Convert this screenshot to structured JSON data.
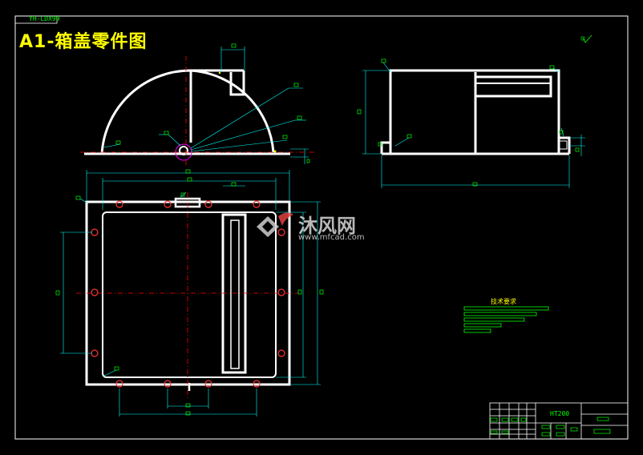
{
  "drawing": {
    "title": "A1-箱盖零件图",
    "corner_tag": "YH-LDX99",
    "technical_requirements_title": "技术要求",
    "material": "HT200"
  },
  "watermark": {
    "text": "沐风网",
    "url": "www.mfcad.com"
  },
  "colors": {
    "background": "#000000",
    "outline": "#ffffff",
    "dimension": "#00ffff",
    "text": "#00ff00",
    "centerline": "#ff0000",
    "title": "#ffff00",
    "border": "#ffffff"
  }
}
